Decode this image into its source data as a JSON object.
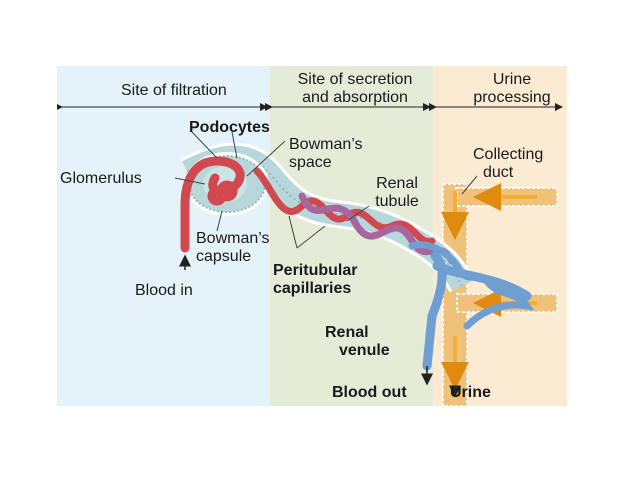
{
  "regions": {
    "filtration": "Site of filtration",
    "secretion_line1": "Site of secretion",
    "secretion_line2": "and absorption",
    "urine_line1": "Urine",
    "urine_line2": "processing"
  },
  "labels": {
    "podocytes": "Podocytes",
    "bowmans_space_line1": "Bowman’s",
    "bowmans_space_line2": "space",
    "glomerulus": "Glomerulus",
    "collecting_duct_line1": "Collecting",
    "collecting_duct_line2": "duct",
    "renal_tubule_line1": "Renal",
    "renal_tubule_line2": "tubule",
    "bowmans_capsule_line1": "Bowman’s",
    "bowmans_capsule_line2": "capsule",
    "peritubular_line1": "Peritubular",
    "peritubular_line2": "capillaries",
    "blood_in": "Blood in",
    "renal_venule_line1": "Renal",
    "renal_venule_line2": "venule",
    "blood_out": "Blood out",
    "urine": "Urine"
  },
  "colors": {
    "filtration_bg": "#e4f2fa",
    "secretion_bg": "#e4ecd8",
    "urine_bg": "#fbebd2",
    "artery": "#d1494f",
    "vein": "#6f9fd2",
    "tubule": "#b8d7da",
    "duct": "#f0c178",
    "urine_flow": "#f3ae3a"
  }
}
